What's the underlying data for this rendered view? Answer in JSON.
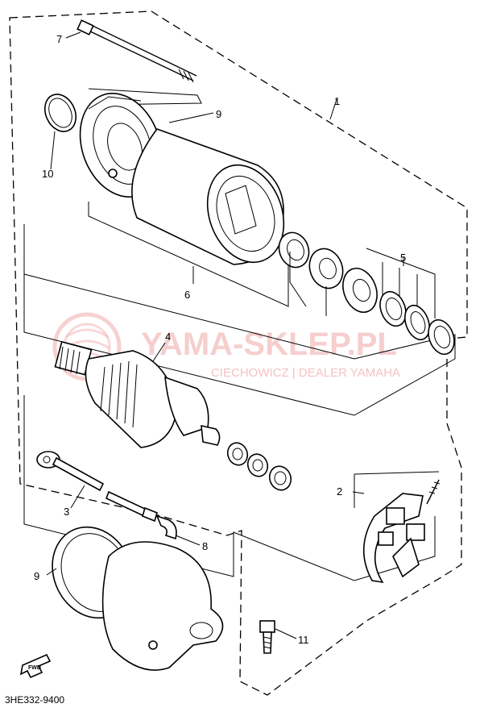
{
  "diagram": {
    "part_numbers": {
      "p1": "1",
      "p2": "2",
      "p3": "3",
      "p4": "4",
      "p5": "5",
      "p6": "6",
      "p7": "7",
      "p8": "8",
      "p9_top": "9",
      "p9_bottom": "9",
      "p10": "10",
      "p11": "11"
    },
    "watermark": {
      "title": "YAMA-SKLEP.PL",
      "subtitle": "CIECHOWICZ | DEALER YAMAHA"
    },
    "fwd_label": "FWD",
    "footer_code": "3HE332-9400"
  }
}
